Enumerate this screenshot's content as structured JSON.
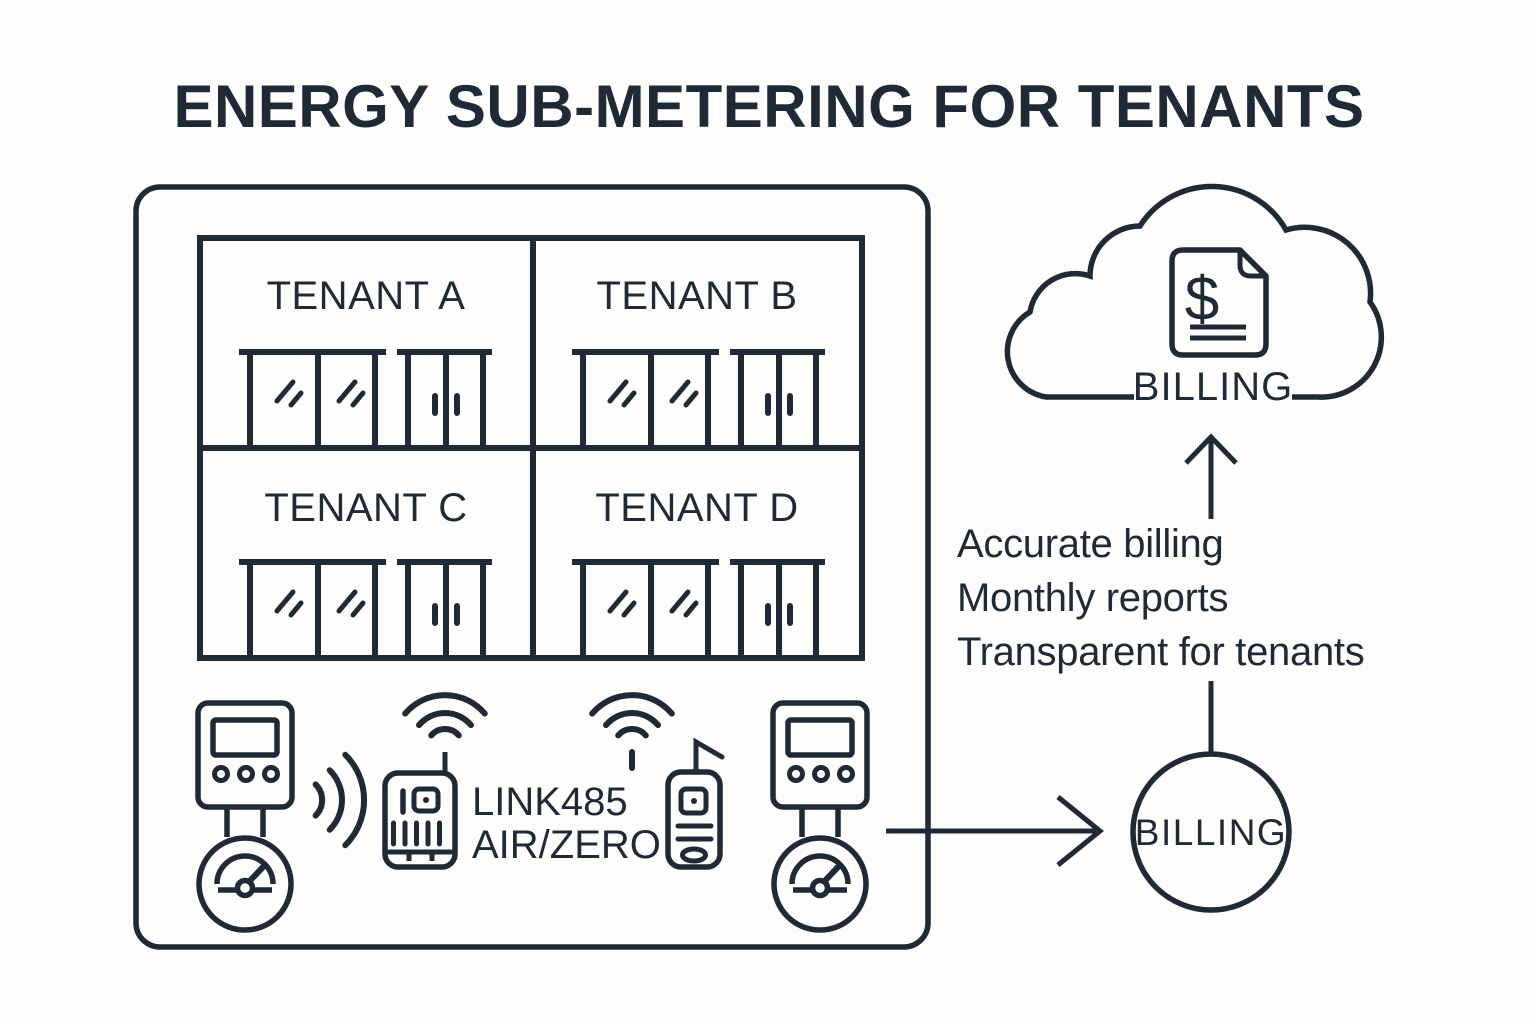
{
  "title": "ENERGY SUB-METERING FOR TENANTS",
  "colors": {
    "ink": "#1f2a36",
    "background": "#fdfdfc"
  },
  "building": {
    "tenants": [
      {
        "label": "TENANT A"
      },
      {
        "label": "TENANT B"
      },
      {
        "label": "TENANT C"
      },
      {
        "label": "TENANT D"
      }
    ]
  },
  "gateway": {
    "name_line1": "LINK485",
    "name_line2": "AIR/ZERO"
  },
  "cloud": {
    "label": "BILLING"
  },
  "billing_node": {
    "label": "BILLING"
  },
  "benefits": [
    "Accurate billing",
    "Monthly reports",
    "Transparent for tenants"
  ]
}
